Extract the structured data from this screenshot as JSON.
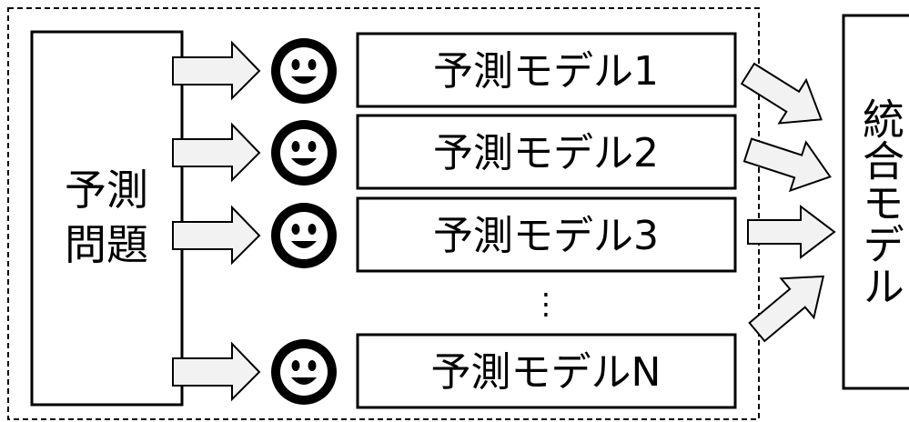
{
  "problem_box": {
    "line1": "予測",
    "line2": "問題"
  },
  "models": [
    {
      "label": "予測モデル1"
    },
    {
      "label": "予測モデル2"
    },
    {
      "label": "予測モデル3"
    },
    {
      "label": "予測モデルN"
    }
  ],
  "ellipsis": "⋮",
  "integrated_model": {
    "label": "統合モデル"
  },
  "icons": {
    "person": "smiley-face-icon",
    "flow": "block-arrow-icon"
  },
  "colors": {
    "arrow_fill": "#f2f2f2",
    "stroke": "#000000"
  }
}
